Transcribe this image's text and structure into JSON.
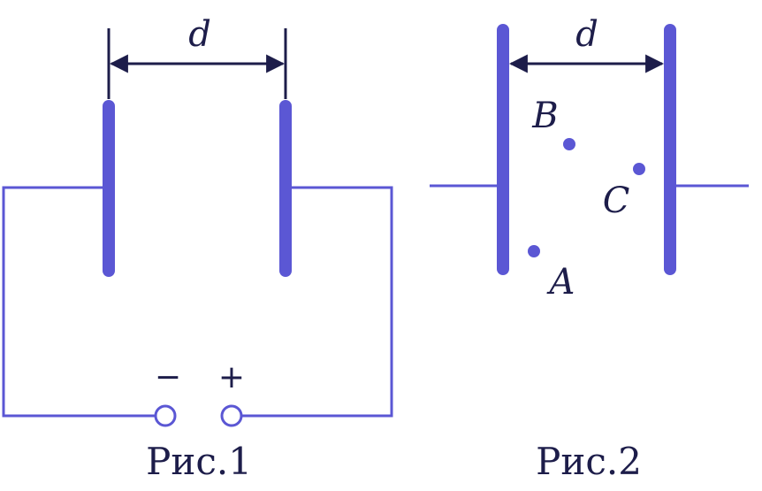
{
  "figure1": {
    "caption": "Рис.1",
    "distance_label": "d",
    "minus_sign": "−",
    "plus_sign": "+"
  },
  "figure2": {
    "caption": "Рис.2",
    "distance_label": "d",
    "points": [
      {
        "label": "B"
      },
      {
        "label": "C"
      },
      {
        "label": "A"
      }
    ]
  },
  "colors": {
    "plate": "#5b57d4",
    "wire": "#5b57d4",
    "dimension": "#1d1d4a",
    "text": "#1d1d4a"
  }
}
